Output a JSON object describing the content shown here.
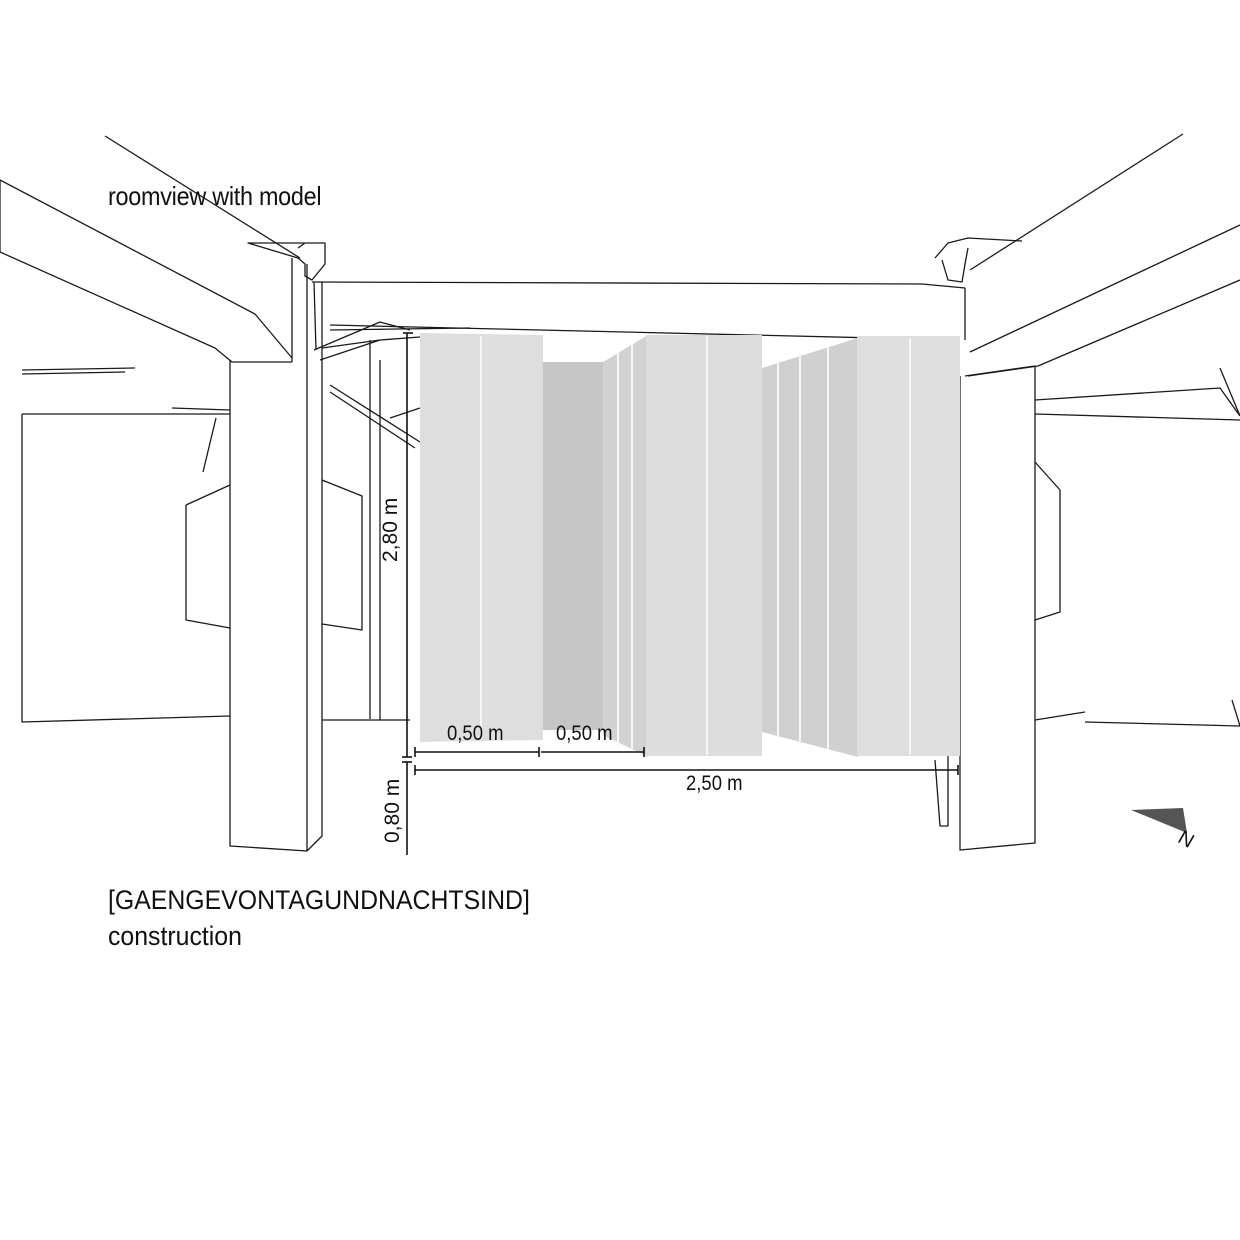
{
  "view_title": "roomview with model",
  "project": {
    "name": "[GAENGEVONTAGUNDNACHTSIND]",
    "subtitle": "construction"
  },
  "dimensions": {
    "height_model": "2,80 m",
    "height_base": "0,80 m",
    "width_panel_1": "0,50 m",
    "width_panel_2": "0,50 m",
    "width_total": "2,50 m"
  },
  "north_arrow": {
    "label": "N"
  },
  "colors": {
    "line": "#1a1a1a",
    "panel_light": "#dedede",
    "panel_mid": "#d4d4d4",
    "panel_dark": "#c6c6c6",
    "panel_seam": "#f7f7f7"
  }
}
